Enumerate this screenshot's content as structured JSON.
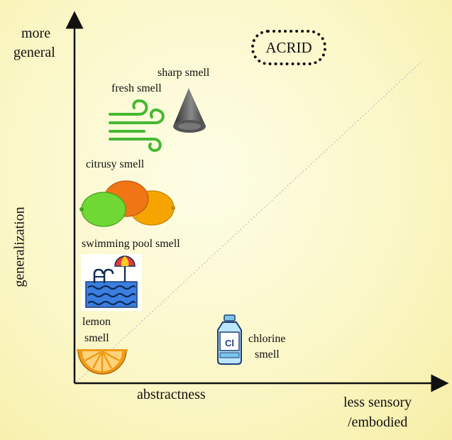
{
  "axes": {
    "y_top_label_line1": "more",
    "y_top_label_line2": "general",
    "y_axis_title": "generalization",
    "x_axis_title": "abstractness",
    "x_right_label_line1": "less sensory",
    "x_right_label_line2": "/embodied"
  },
  "badge": "ACRID",
  "items": {
    "sharp": "sharp smell",
    "fresh": "fresh smell",
    "citrusy": "citrusy smell",
    "pool": "swimming pool smell",
    "lemon_line1": "lemon",
    "lemon_line2": "smell",
    "chlorine_line1": "chlorine",
    "chlorine_line2": "smell",
    "bottle_symbol": "Cl"
  },
  "icons": [
    "wind-icon",
    "cone-icon",
    "citrus-fruits-icon",
    "swimming-pool-icon",
    "orange-slice-icon",
    "chlorine-bottle-icon"
  ]
}
